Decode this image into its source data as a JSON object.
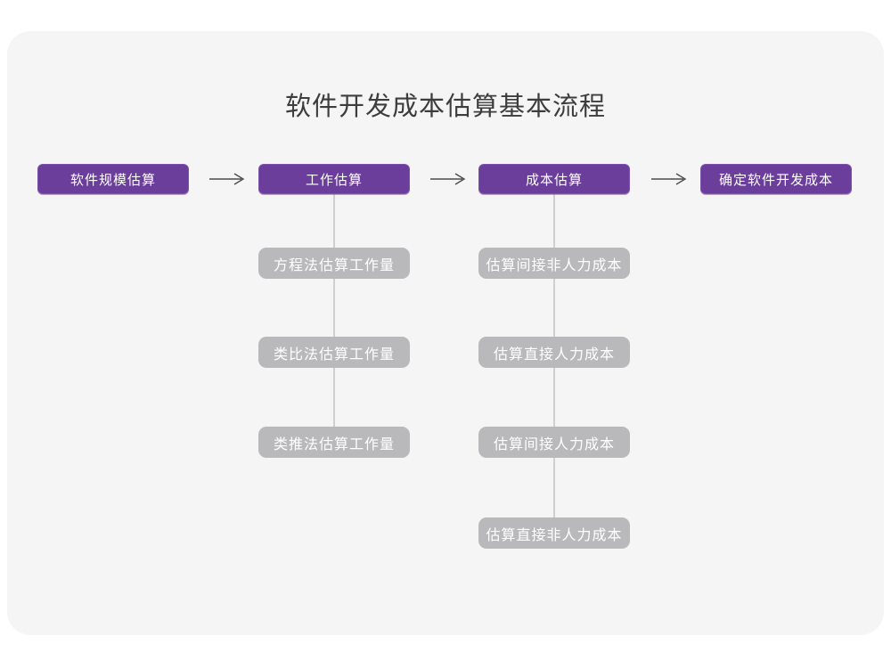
{
  "title": "软件开发成本估算基本流程",
  "colors": {
    "purple": "#6A3E9A",
    "purple-border": "#7c52ab",
    "gray-node": "#B9B9BC",
    "card-bg": "#F5F5F6",
    "connector": "#CFCFCF",
    "arrow": "#4C4C4C",
    "title-color": "#3D3D3D"
  },
  "main_flow": [
    {
      "label": "软件规模估算"
    },
    {
      "label": "工作估算"
    },
    {
      "label": "成本估算"
    },
    {
      "label": "确定软件开发成本"
    }
  ],
  "work_estimation_methods": [
    "方程法估算工作量",
    "类比法估算工作量",
    "类推法估算工作量"
  ],
  "cost_estimation_steps": [
    "估算间接非人力成本",
    "估算直接人力成本",
    "估算间接人力成本",
    "估算直接非人力成本"
  ]
}
